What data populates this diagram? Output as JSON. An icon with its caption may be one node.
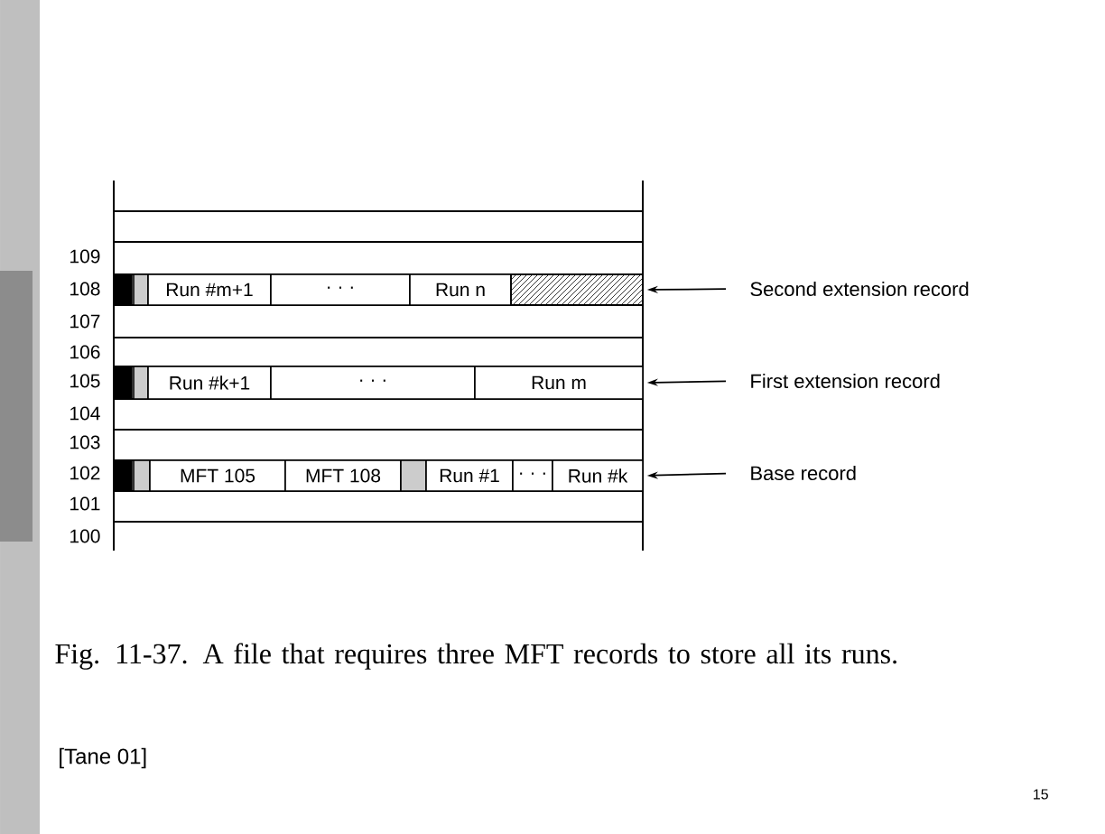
{
  "diagram": {
    "caption": "Fig. 11-37. A file that requires three MFT records to store all its runs.",
    "nodes": [
      {
        "text": [],
        "shape": "box"
      },
      {
        "text": [],
        "shape": "box"
      },
      {
        "text": [
          "Run #m+1"
        ]
      },
      {
        "text": [
          "· · ·"
        ]
      },
      {
        "text": [
          "Run n"
        ]
      },
      {
        "text": [],
        "shape": "box"
      },
      {
        "text": [],
        "shape": "box"
      },
      {
        "text": [],
        "shape": "box"
      },
      {
        "text": [
          "Run #k+1"
        ]
      },
      {
        "text": [
          "· · ·"
        ]
      },
      {
        "text": [
          "Run m"
        ]
      },
      {
        "text": [],
        "shape": "box"
      },
      {
        "text": [],
        "shape": "box"
      },
      {
        "text": [
          "MFT 105"
        ]
      },
      {
        "text": [
          "MFT 108"
        ]
      },
      {
        "text": [],
        "shape": "box"
      },
      {
        "text": [
          "Run #1"
        ]
      },
      {
        "text": [
          "· · ·"
        ]
      },
      {
        "text": [
          "Run #k"
        ]
      },
      {
        "text": [
          "Second extension record"
        ]
      },
      {
        "text": [
          "First extension record"
        ]
      },
      {
        "text": [
          "Base record"
        ]
      }
    ],
    "edges": [
      {
        "from": 19,
        "to": 5,
        "arrow": "to"
      },
      {
        "from": 20,
        "to": 10,
        "arrow": "to"
      },
      {
        "from": 21,
        "to": 18,
        "arrow": "to"
      }
    ],
    "labels": [
      "109",
      "108",
      "107",
      "106",
      "105",
      "104",
      "103",
      "102",
      "101",
      "100",
      "[Tane 01]",
      "15"
    ]
  }
}
